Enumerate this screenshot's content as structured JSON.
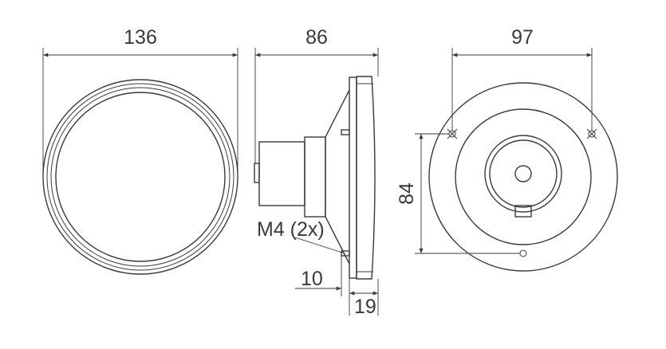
{
  "dimensions": {
    "front_width": "136",
    "side_depth": "86",
    "rear_hole_spacing": "97",
    "rear_height": "84",
    "thread": "M4 (2x)",
    "stud_length": "10",
    "flange": "19"
  }
}
